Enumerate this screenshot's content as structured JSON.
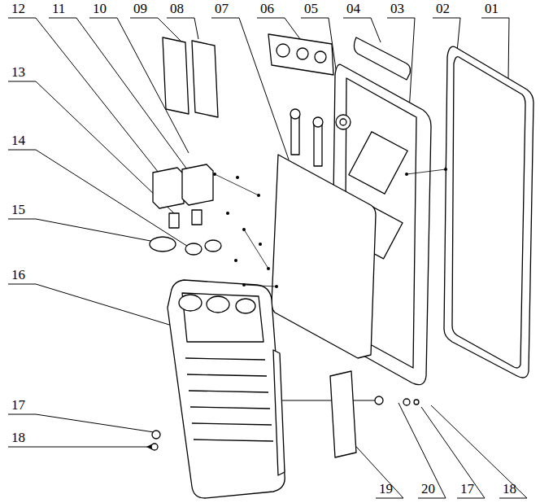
{
  "diagram": {
    "labels": [
      "12",
      "11",
      "10",
      "09",
      "08",
      "07",
      "06",
      "05",
      "04",
      "03",
      "02",
      "01",
      "13",
      "14",
      "15",
      "16",
      "17",
      "18",
      "19",
      "20",
      "17",
      "18"
    ]
  }
}
